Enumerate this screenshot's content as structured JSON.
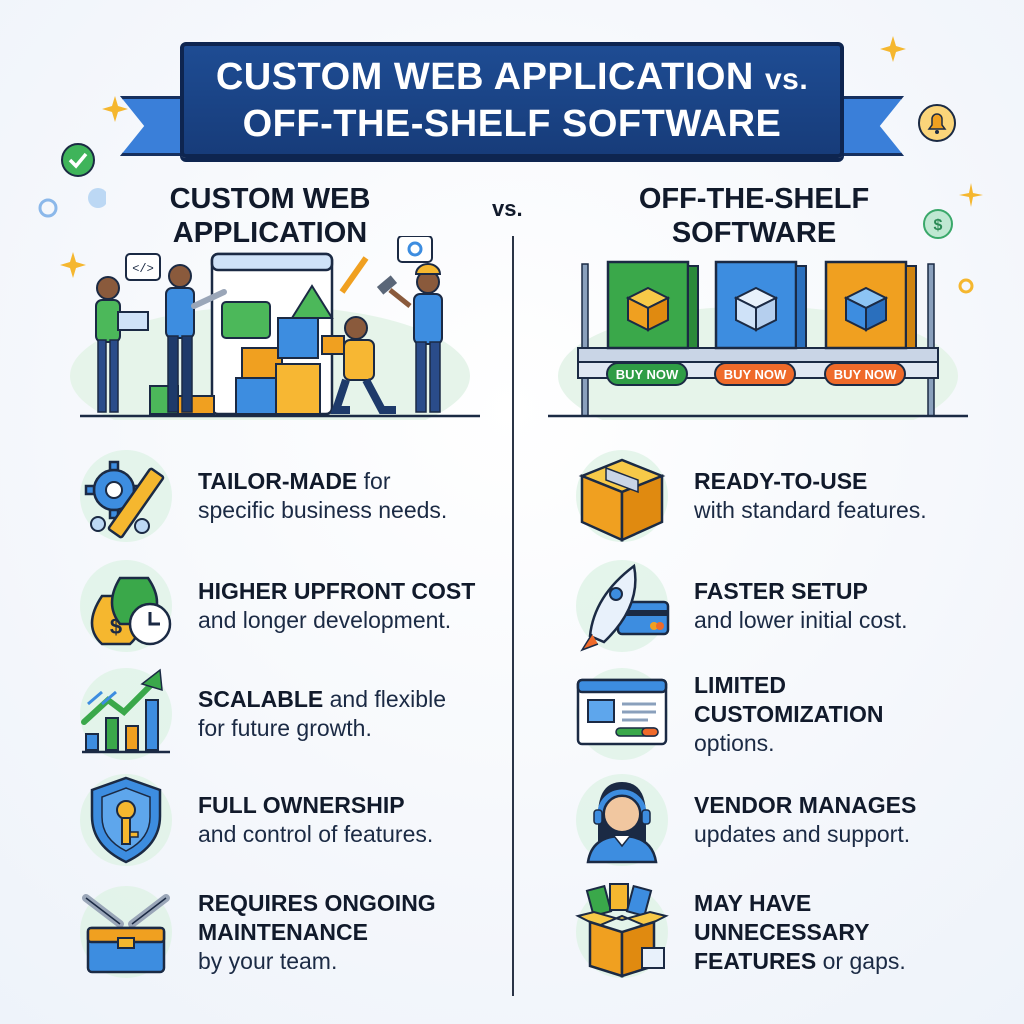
{
  "banner": {
    "title_line1": "CUSTOM WEB APPLICATION",
    "title_vs": "vs.",
    "title_line2": "OFF-THE-SHELF SOFTWARE"
  },
  "columns": {
    "left_title_line1": "CUSTOM WEB",
    "left_title_line2": "APPLICATION",
    "vs": "vs.",
    "right_title_line1": "OFF-THE-SHELF",
    "right_title_line2": "SOFTWARE"
  },
  "shelf": {
    "buy_labels": [
      "BUY NOW",
      "BUY NOW",
      "BUY NOW"
    ],
    "box_colors": [
      "#3aa84a",
      "#3d8de0",
      "#f0a020"
    ],
    "button_colors": [
      "#2f9d45",
      "#ef6a2a",
      "#ef6a2a"
    ]
  },
  "left_features": [
    {
      "bold": "TAILOR-MADE",
      "inline": " for",
      "rest": "specific business needs.",
      "icon": "gear-ruler-icon"
    },
    {
      "bold": "HIGHER UPFRONT COST",
      "inline": "",
      "rest": "and longer development.",
      "icon": "money-bag-clock-icon"
    },
    {
      "bold": "SCALABLE",
      "inline": " and flexible",
      "rest": "for future growth.",
      "icon": "growth-chart-icon"
    },
    {
      "bold": "FULL OWNERSHIP",
      "inline": "",
      "rest": "and control of features.",
      "icon": "shield-key-icon"
    },
    {
      "bold": "REQUIRES ONGOING",
      "bold2": "MAINTENANCE",
      "inline": "",
      "rest": "by your team.",
      "icon": "toolbox-wrench-icon"
    }
  ],
  "right_features": [
    {
      "bold": "READY-TO-USE",
      "inline": "",
      "rest": "with standard features.",
      "icon": "package-box-icon"
    },
    {
      "bold": "FASTER SETUP",
      "inline": "",
      "rest": "and lower initial cost.",
      "icon": "rocket-card-icon"
    },
    {
      "bold": "LIMITED",
      "bold2": "CUSTOMIZATION",
      "inline": "",
      "rest": "options.",
      "icon": "browser-window-icon"
    },
    {
      "bold": "VENDOR MANAGES",
      "inline": "",
      "rest": "updates and support.",
      "icon": "support-agent-icon"
    },
    {
      "bold": "MAY HAVE",
      "bold2": "UNNECESSARY",
      "bold3": "FEATURES",
      "inline": " or gaps.",
      "rest": "",
      "icon": "open-box-apps-icon"
    }
  ],
  "colors": {
    "banner": "#1e4c93",
    "ribbon": "#3a7fd9",
    "text": "#1b2a44"
  }
}
